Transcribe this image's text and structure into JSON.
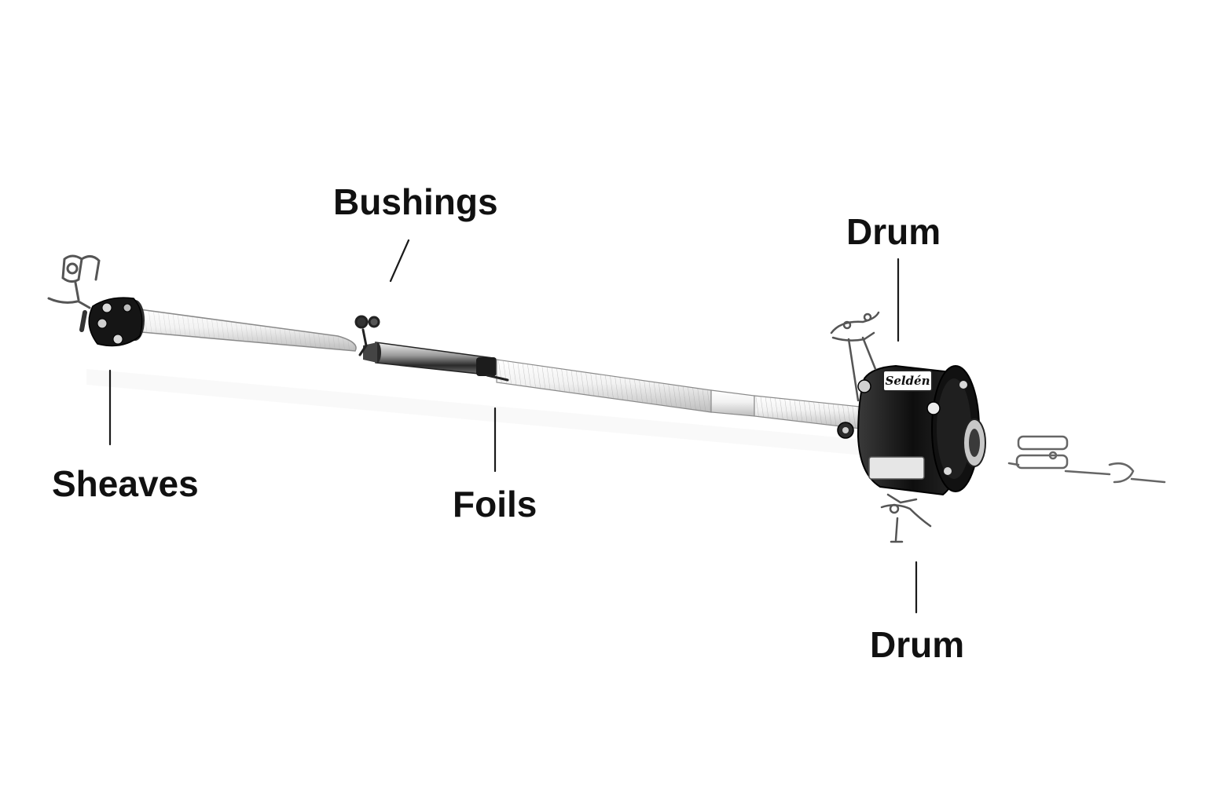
{
  "labels": {
    "bushings": "Bushings",
    "drum_top": "Drum",
    "sheaves": "Sheaves",
    "foils": "Foils",
    "drum_bottom": "Drum",
    "brand": "Seldén"
  },
  "colors": {
    "background": "#ffffff",
    "text": "#111111",
    "leader_line": "#1a1a1a",
    "metal_dark": "#1b1b1b",
    "foil_light": "#e9e9e9",
    "chrome": "#b8b8b8"
  }
}
